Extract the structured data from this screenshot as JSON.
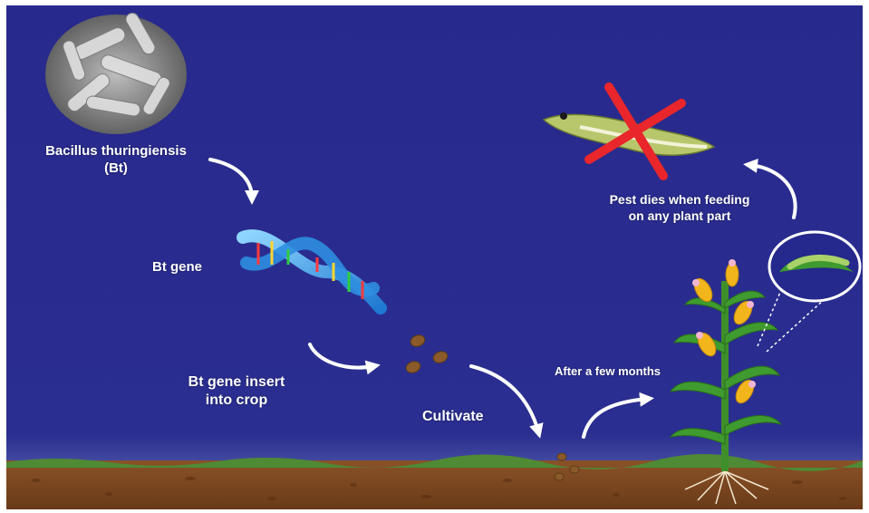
{
  "labels": {
    "bacillus_line1": "Bacillus thuringiensis",
    "bacillus_line2": "(Bt)",
    "bt_gene": "Bt gene",
    "insert_line1": "Bt gene insert",
    "insert_line2": "into crop",
    "cultivate": "Cultivate",
    "after_months": "After a few months",
    "pest_line1": "Pest dies when feeding",
    "pest_line2": "on any plant part"
  },
  "colors": {
    "background": "#25288c",
    "soil": "#7a4520",
    "grass": "#4f8a34",
    "arrow": "#ffffff",
    "cross": "#e8262b",
    "leaf": "#3f9b2f",
    "corn": "#f2b51c"
  },
  "icons": [
    "bacteria-micrograph",
    "dna-helix-icon",
    "seed-icon",
    "corn-plant-icon",
    "caterpillar-icon",
    "cross-mark-icon"
  ]
}
